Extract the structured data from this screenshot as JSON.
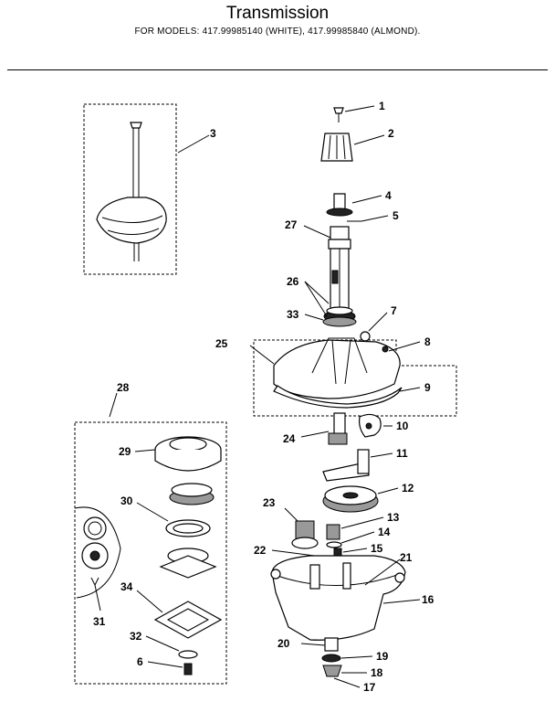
{
  "header": {
    "title": "Transmission",
    "subtitle": "FOR MODELS:  417.99985140 (WHITE), 417.99985840 (ALMOND)."
  },
  "callouts": [
    "1",
    "2",
    "3",
    "4",
    "5",
    "27",
    "26",
    "33",
    "7",
    "25",
    "8",
    "9",
    "24",
    "10",
    "11",
    "12",
    "23",
    "13",
    "14",
    "22",
    "15",
    "21",
    "16",
    "20",
    "19",
    "18",
    "17",
    "28",
    "29",
    "30",
    "34",
    "31",
    "32",
    "6"
  ]
}
